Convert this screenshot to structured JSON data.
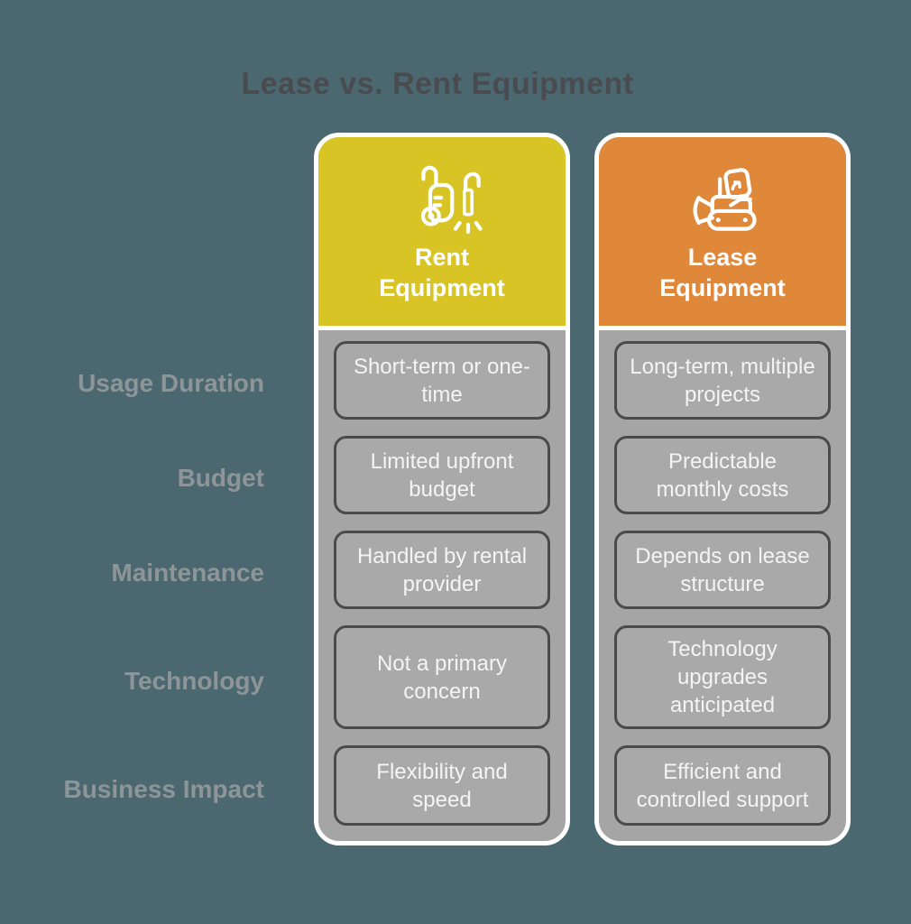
{
  "title": "Lease vs. Rent Equipment",
  "rows": [
    {
      "label": "Usage Duration"
    },
    {
      "label": "Budget"
    },
    {
      "label": "Maintenance"
    },
    {
      "label": "Technology"
    },
    {
      "label": "Business Impact"
    }
  ],
  "columns": [
    {
      "header": "Rent Equipment",
      "icon": "pressure-washer-icon",
      "accent_color": "#d9c426",
      "cells": [
        "Short-term or one-time",
        "Limited upfront budget",
        "Handled by rental provider",
        "Not a primary concern",
        "Flexibility and speed"
      ]
    },
    {
      "header": "Lease Equipment",
      "icon": "bulldozer-icon",
      "accent_color": "#e0883a",
      "cells": [
        "Long-term, multiple projects",
        "Predictable monthly costs",
        "Depends on lease structure",
        "Technology upgrades anticipated",
        "Efficient and controlled support"
      ]
    }
  ],
  "colors": {
    "background": "#4b6871",
    "card_border": "#ffffff",
    "card_body": "#a5a5a5",
    "cell_fill": "#a9a9a9",
    "cell_border": "#4a4a4a",
    "cell_text": "#f4f4f4",
    "row_label": "#8e9599",
    "title_text": "#494b4e",
    "header_text": "#ffffff"
  }
}
